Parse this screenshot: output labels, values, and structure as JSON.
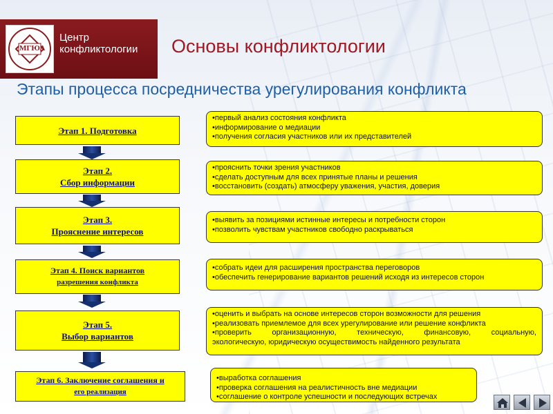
{
  "header": {
    "center_line1": "Центр",
    "center_line2": "конфликтологии",
    "logo_text": "МГЮА",
    "title": "Основы конфликтологии"
  },
  "subtitle": "Этапы процесса посредничества урегулирования конфликта",
  "stages": [
    {
      "label_line1": "Этап 1. Подготовка",
      "label_line2": "",
      "items": [
        "•первый анализ состояния конфликта",
        "•информирование о медиации",
        "•получения согласия участников или их представителей"
      ]
    },
    {
      "label_line1": "Этап 2.",
      "label_line2": "Сбор информации",
      "items": [
        "•прояснить точки зрения участников",
        "•сделать доступным для всех принятые планы и решения",
        "•восстановить (создать) атмосферу уважения, участия, доверия"
      ]
    },
    {
      "label_line1": "Этап 3.",
      "label_line2": "Прояснение интересов",
      "items": [
        "•выявить за позициями истинные интересы и потребности сторон",
        "•позволить чувствам участников свободно раскрываться"
      ]
    },
    {
      "label_line1": "Этап 4. Поиск вариантов",
      "label_line2": "разрешения конфликта",
      "items": [
        "•собрать идеи для расширения пространства переговоров",
        "•обеспечить генерирование вариантов решений исходя из интересов сторон"
      ]
    },
    {
      "label_line1": "Этап 5.",
      "label_line2": "Выбор вариантов",
      "items": [
        "•оценить и выбрать на основе интересов сторон возможности для решения",
        "•реализовать приемлемое для всех урегулирование или решение конфликта",
        "•проверить организационную, техническую, финансовую, социальную,",
        "экологическую, юридическую осуществимость найденного результата"
      ]
    },
    {
      "label_line1": "Этап 6. Заключение соглашения и",
      "label_line2": "его реализация",
      "items": [
        "•выработка соглашения",
        "•проверка соглашения на реалистичность вне медиации",
        "•соглашение о контроле успешности и последующих встречах"
      ]
    }
  ],
  "nav": {
    "home_icon": "home-icon",
    "prev_icon": "triangle-left-icon",
    "next_icon": "triangle-right-icon"
  },
  "colors": {
    "box_fill": "#ffff00",
    "title_red": "#a01822",
    "subtitle_blue": "#1f5fa8",
    "header_band": "#7a1419"
  }
}
